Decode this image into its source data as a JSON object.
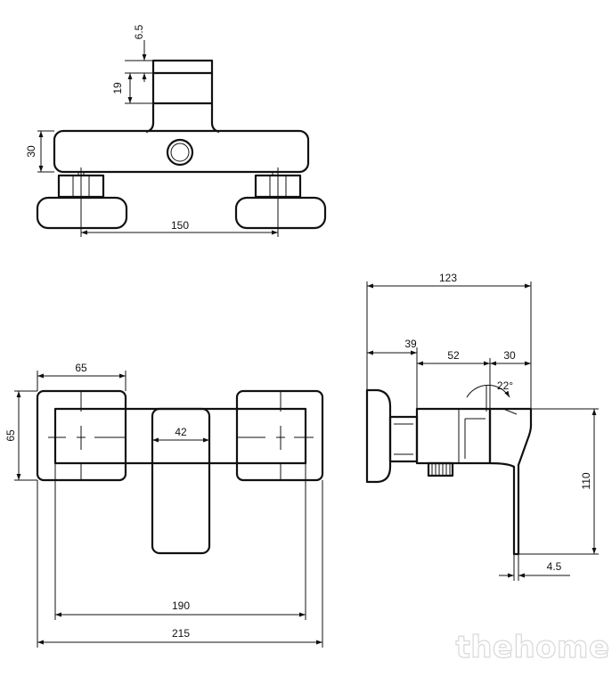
{
  "dimensions": {
    "top_d1": "6.5",
    "top_d2": "19",
    "top_d3": "30",
    "top_d4": "150",
    "front_d1": "65",
    "front_d2": "65",
    "front_d3": "42",
    "front_d4": "190",
    "front_d5": "215",
    "side_d1": "123",
    "side_d2": "39",
    "side_d3": "52",
    "side_d4": "30",
    "side_d5": "22°",
    "side_d6": "110",
    "side_d7": "4.5"
  },
  "watermark": "thehome"
}
